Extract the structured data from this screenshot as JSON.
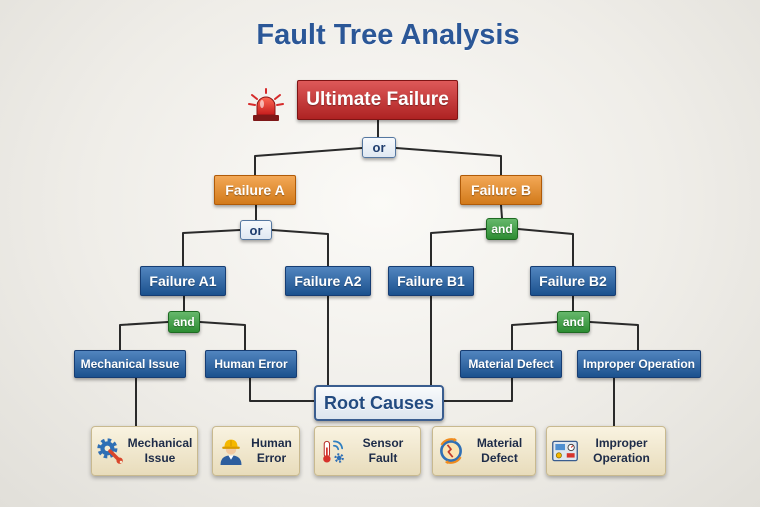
{
  "title": "Fault Tree Analysis",
  "top_event": {
    "label": "Ultimate Failure",
    "icon": "alarm-siren-icon"
  },
  "gates": {
    "top": "or",
    "failure_a": "or",
    "failure_b": "and",
    "failure_a1": "and",
    "failure_b2": "and"
  },
  "intermediate_events": [
    {
      "label": "Failure A"
    },
    {
      "label": "Failure B"
    }
  ],
  "sub_events": [
    {
      "label": "Failure A1"
    },
    {
      "label": "Failure A2"
    },
    {
      "label": "Failure B1"
    },
    {
      "label": "Failure B2"
    }
  ],
  "basic_events": [
    {
      "label": "Mechanical Issue"
    },
    {
      "label": "Human Error"
    },
    {
      "label": "Material Defect"
    },
    {
      "label": "Improper Operation"
    }
  ],
  "root_causes": {
    "label": "Root Causes",
    "items": [
      {
        "lines": [
          "Mechanical",
          "Issue"
        ],
        "icon": "gear-wrench-icon"
      },
      {
        "lines": [
          "Human",
          "Error"
        ],
        "icon": "worker-hard-hat-icon"
      },
      {
        "lines": [
          "Sensor",
          "Fault"
        ],
        "icon": "sensor-icon"
      },
      {
        "lines": [
          "Material",
          "Defect"
        ],
        "icon": "material-defect-icon"
      },
      {
        "lines": [
          "Improper",
          "Operation"
        ],
        "icon": "control-panel-icon"
      }
    ]
  },
  "colors": {
    "title": "#2b5797",
    "top_event": "#d42a2a",
    "intermediate": "#ef8b1e",
    "basic": "#2163ad",
    "and_gate": "#33a03a",
    "or_gate": "#dfe8f2",
    "connector": "#2a2a2a"
  }
}
